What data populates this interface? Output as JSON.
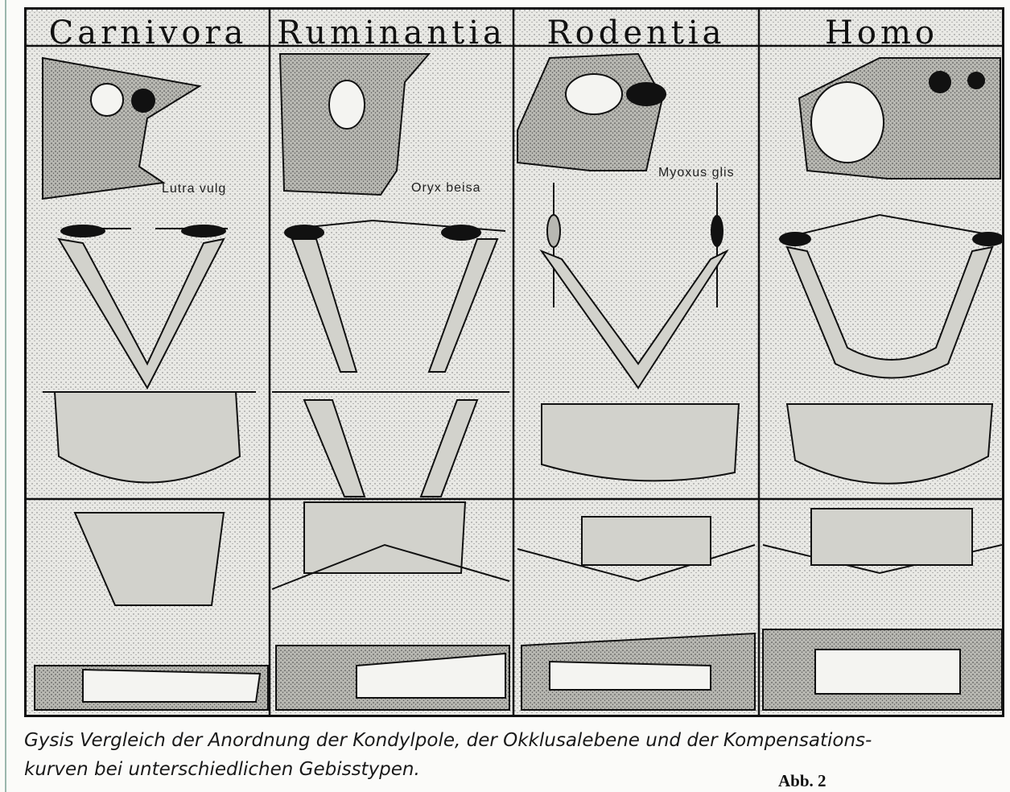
{
  "figure": {
    "columns": [
      {
        "title": "Carnivora",
        "specimen": "Lutra vulg"
      },
      {
        "title": "Ruminantia",
        "specimen": "Oryx beisa"
      },
      {
        "title": "Rodentia",
        "specimen": "Myoxus glis"
      },
      {
        "title": "Homo",
        "specimen": ""
      }
    ]
  },
  "caption": {
    "line1": "Gysis Vergleich der Anordnung der Kondylpole, der Okklusalebene und der Kompensations-",
    "line2": "kurven bei unterschiedlichen Gebisstypen."
  },
  "figure_number": "Abb. 2",
  "colors": {
    "ink": "#111111",
    "paper": "#f4f4f1",
    "bone": "#c9c9c4",
    "dark": "#2a2a2a"
  }
}
